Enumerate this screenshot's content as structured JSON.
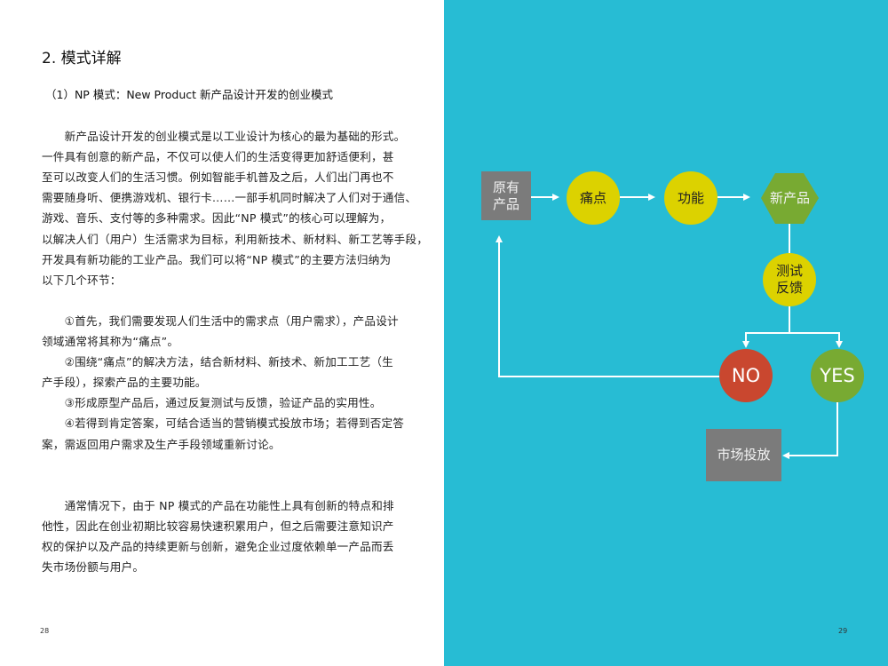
{
  "left_page": {
    "heading": "2. 模式详解",
    "subheading": "（1）NP 模式：New Product 新产品设计开发的创业模式",
    "lines": [
      "　　新产品设计开发的创业模式是以工业设计为核心的最为基础的形式。",
      "一件具有创意的新产品，不仅可以使人们的生活变得更加舒适便利，甚",
      "至可以改变人们的生活习惯。例如智能手机普及之后，人们出门再也不",
      "需要随身听、便携游戏机、银行卡……一部手机同时解决了人们对于通信、",
      "游戏、音乐、支付等的多种需求。因此“NP 模式”的核心可以理解为，",
      "以解决人们（用户）生活需求为目标，利用新技术、新材料、新工艺等手段，",
      "开发具有新功能的工业产品。我们可以将“NP 模式”的主要方法归纳为",
      "以下几个环节：",
      "",
      "　　①首先，我们需要发现人们生活中的需求点（用户需求），产品设计",
      "领域通常将其称为“痛点”。",
      "　　②围绕“痛点”的解决方法，结合新材料、新技术、新加工工艺（生",
      "产手段），探索产品的主要功能。",
      "　　③形成原型产品后，通过反复测试与反馈，验证产品的实用性。",
      "　　④若得到肯定答案，可结合适当的营销模式投放市场；若得到否定答",
      "案，需返回用户需求及生产手段领域重新讨论。",
      "",
      "",
      "　　通常情况下，由于 NP 模式的产品在功能性上具有创新的特点和排",
      "他性，因此在创业初期比较容易快速积累用户，但之后需要注意知识产",
      "权的保护以及产品的持续更新与创新，避免企业过度依赖单一产品而丢",
      "失市场份额与用户。"
    ],
    "page_number": "28"
  },
  "right_page": {
    "background": "#27bcd4",
    "flow": {
      "original_product": "原有产品",
      "pain_point": "痛点",
      "function": "功能",
      "new_product": "新产品",
      "test_feedback": "测试反馈",
      "no": "NO",
      "yes": "YES",
      "market_launch": "市场投放"
    },
    "colors": {
      "gray": "#7b7b7b",
      "yellow": "#dcd200",
      "green": "#78aa32",
      "red": "#c9472f"
    },
    "page_number": "29"
  }
}
